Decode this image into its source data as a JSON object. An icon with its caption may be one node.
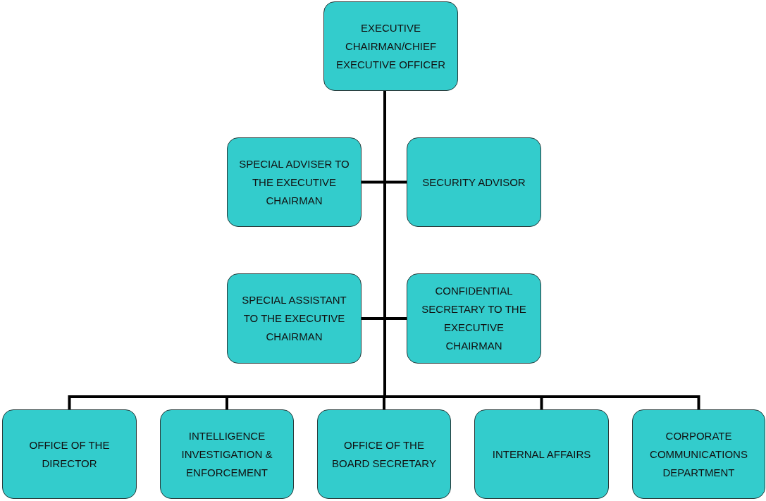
{
  "diagram": {
    "nodes": [
      {
        "text": [
          "EXECUTIVE CHAIRMAN/CHIEF EXECUTIVE OFFICER"
        ]
      },
      {
        "text": [
          "SPECIAL ADVISER TO THE EXECUTIVE CHAIRMAN"
        ]
      },
      {
        "text": [
          "SECURITY ADVISOR"
        ]
      },
      {
        "text": [
          "SPECIAL ASSISTANT TO THE EXECUTIVE CHAIRMAN"
        ]
      },
      {
        "text": [
          "CONFIDENTIAL SECRETARY TO THE EXECUTIVE CHAIRMAN"
        ]
      },
      {
        "text": [
          "OFFICE OF THE DIRECTOR"
        ]
      },
      {
        "text": [
          "INTELLIGENCE INVESTIGATION & ENFORCEMENT"
        ]
      },
      {
        "text": [
          "OFFICE OF THE BOARD SECRETARY"
        ]
      },
      {
        "text": [
          "INTERNAL AFFAIRS"
        ]
      },
      {
        "text": [
          "CORPORATE COMMUNICATIONS DEPARTMENT"
        ]
      }
    ],
    "edges": [
      {
        "from": 0,
        "to": 1,
        "arrow": "none"
      },
      {
        "from": 0,
        "to": 2,
        "arrow": "none"
      },
      {
        "from": 0,
        "to": 3,
        "arrow": "none"
      },
      {
        "from": 0,
        "to": 4,
        "arrow": "none"
      },
      {
        "from": 0,
        "to": 5,
        "arrow": "none"
      },
      {
        "from": 0,
        "to": 6,
        "arrow": "none"
      },
      {
        "from": 0,
        "to": 7,
        "arrow": "none"
      },
      {
        "from": 0,
        "to": 8,
        "arrow": "none"
      },
      {
        "from": 0,
        "to": 9,
        "arrow": "none"
      }
    ]
  }
}
